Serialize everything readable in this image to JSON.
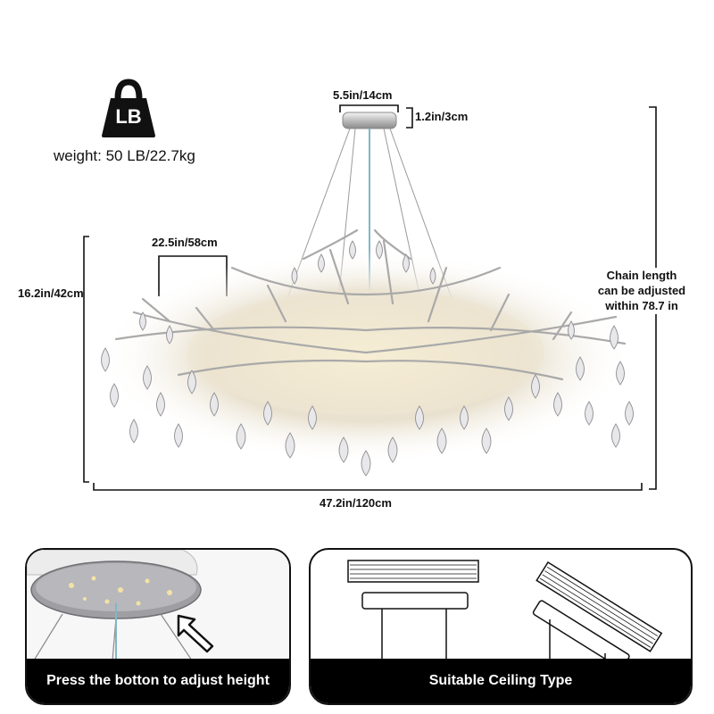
{
  "weight": {
    "icon": "weight-lb-icon",
    "badge": "LB",
    "text": "weight: 50 LB/22.7kg"
  },
  "dimensions": {
    "canopy_width": "5.5in/14cm",
    "canopy_height": "1.2in/3cm",
    "cluster_width": "22.5in/58cm",
    "height": "16.2in/42cm",
    "overall_width": "47.2in/120cm",
    "chain_note": [
      "Chain length",
      "can be adjusted",
      "within 78.7 in"
    ]
  },
  "panels": {
    "left_caption": "Press the botton to adjust height",
    "right_caption": "Suitable Ceiling Type"
  },
  "colors": {
    "line": "#111111",
    "caption_bg": "#000000",
    "caption_text": "#ffffff",
    "chrome": "#c9c9c9"
  }
}
